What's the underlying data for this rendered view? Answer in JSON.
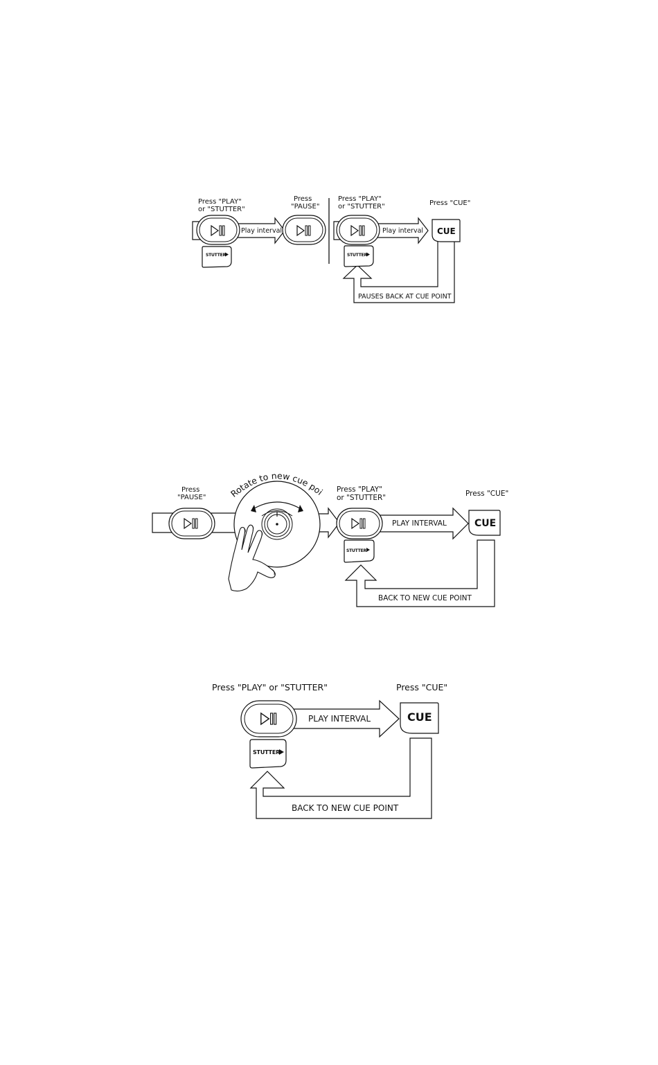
{
  "diagram1": {
    "press_play_line1": "Press \"PLAY\"",
    "press_play_line2": "or \"STUTTER\"",
    "press_pause_line1": "Press",
    "press_pause_line2": "\"PAUSE\"",
    "play_interval_a": "Play interval",
    "press_play2_line1": "Press \"PLAY\"",
    "press_play2_line2": "or \"STUTTER\"",
    "press_cue": "Press \"CUE\"",
    "play_interval_b": "Play interval",
    "cue_button": "CUE",
    "stutter_button": "STUTTER",
    "return_label": "PAUSES BACK AT CUE POINT"
  },
  "diagram2": {
    "press_pause_line1": "Press",
    "press_pause_line2": "\"PAUSE\"",
    "rotate_label": "Rotate to new cue point",
    "press_play_line1": "Press \"PLAY\"",
    "press_play_line2": "or \"STUTTER\"",
    "press_cue": "Press \"CUE\"",
    "play_interval": "PLAY INTERVAL",
    "cue_button": "CUE",
    "stutter_button": "STUTTER",
    "return_label": "BACK TO NEW CUE POINT"
  },
  "diagram3": {
    "press_play": "Press \"PLAY\" or \"STUTTER\"",
    "press_cue": "Press \"CUE\"",
    "play_interval": "PLAY INTERVAL",
    "cue_button": "CUE",
    "stutter_button": "STUTTER",
    "return_label": "BACK TO NEW CUE POINT"
  }
}
